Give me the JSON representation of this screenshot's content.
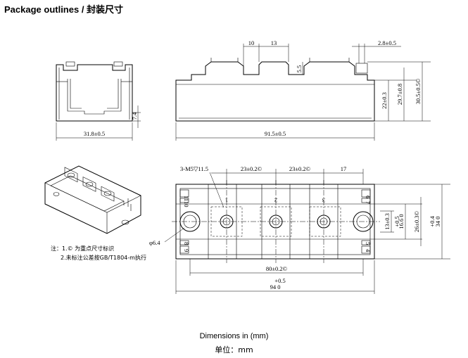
{
  "title": "Package outlines / 封装尺寸",
  "footer": {
    "en": "Dimensions in (mm)",
    "cn": "单位：mm"
  },
  "notes": {
    "line1": "注：1.© 为重点尺寸标识",
    "line2": "2.未标注公差按GB/T1804-m执行"
  },
  "dimensions": {
    "d10": "10",
    "d13": "13",
    "d2_8": "2.8±0.5",
    "d5_5": "5.5",
    "d22": "22±0.3",
    "d29_7": "29.7±0.8",
    "d30_5": "30.5±0.5©",
    "d7_4": "7.4",
    "d31_8": "31.8±0.5",
    "d91_5": "91.5±0.5",
    "m5": "3-M5▽11.5",
    "d23a": "23±0.2©",
    "d23b": "23±0.2©",
    "d17": "17",
    "d13r": "13±0.3",
    "d16_6a": "+0.5",
    "d16_6b": "16.6 0",
    "d26": "26±0.3©",
    "d34a": "+0.4",
    "d34b": "34 0",
    "d80": "80±0.2©",
    "d94a": "+0.5",
    "d94b": "94 0",
    "phi": "φ6.4"
  },
  "terminal_labels": {
    "t1": "1",
    "t2": "2",
    "t3": "3",
    "p11": "11",
    "p10": "10",
    "p8": "8",
    "p9": "9",
    "p6": "6",
    "p7": "7",
    "p5": "5",
    "p4": "4"
  }
}
